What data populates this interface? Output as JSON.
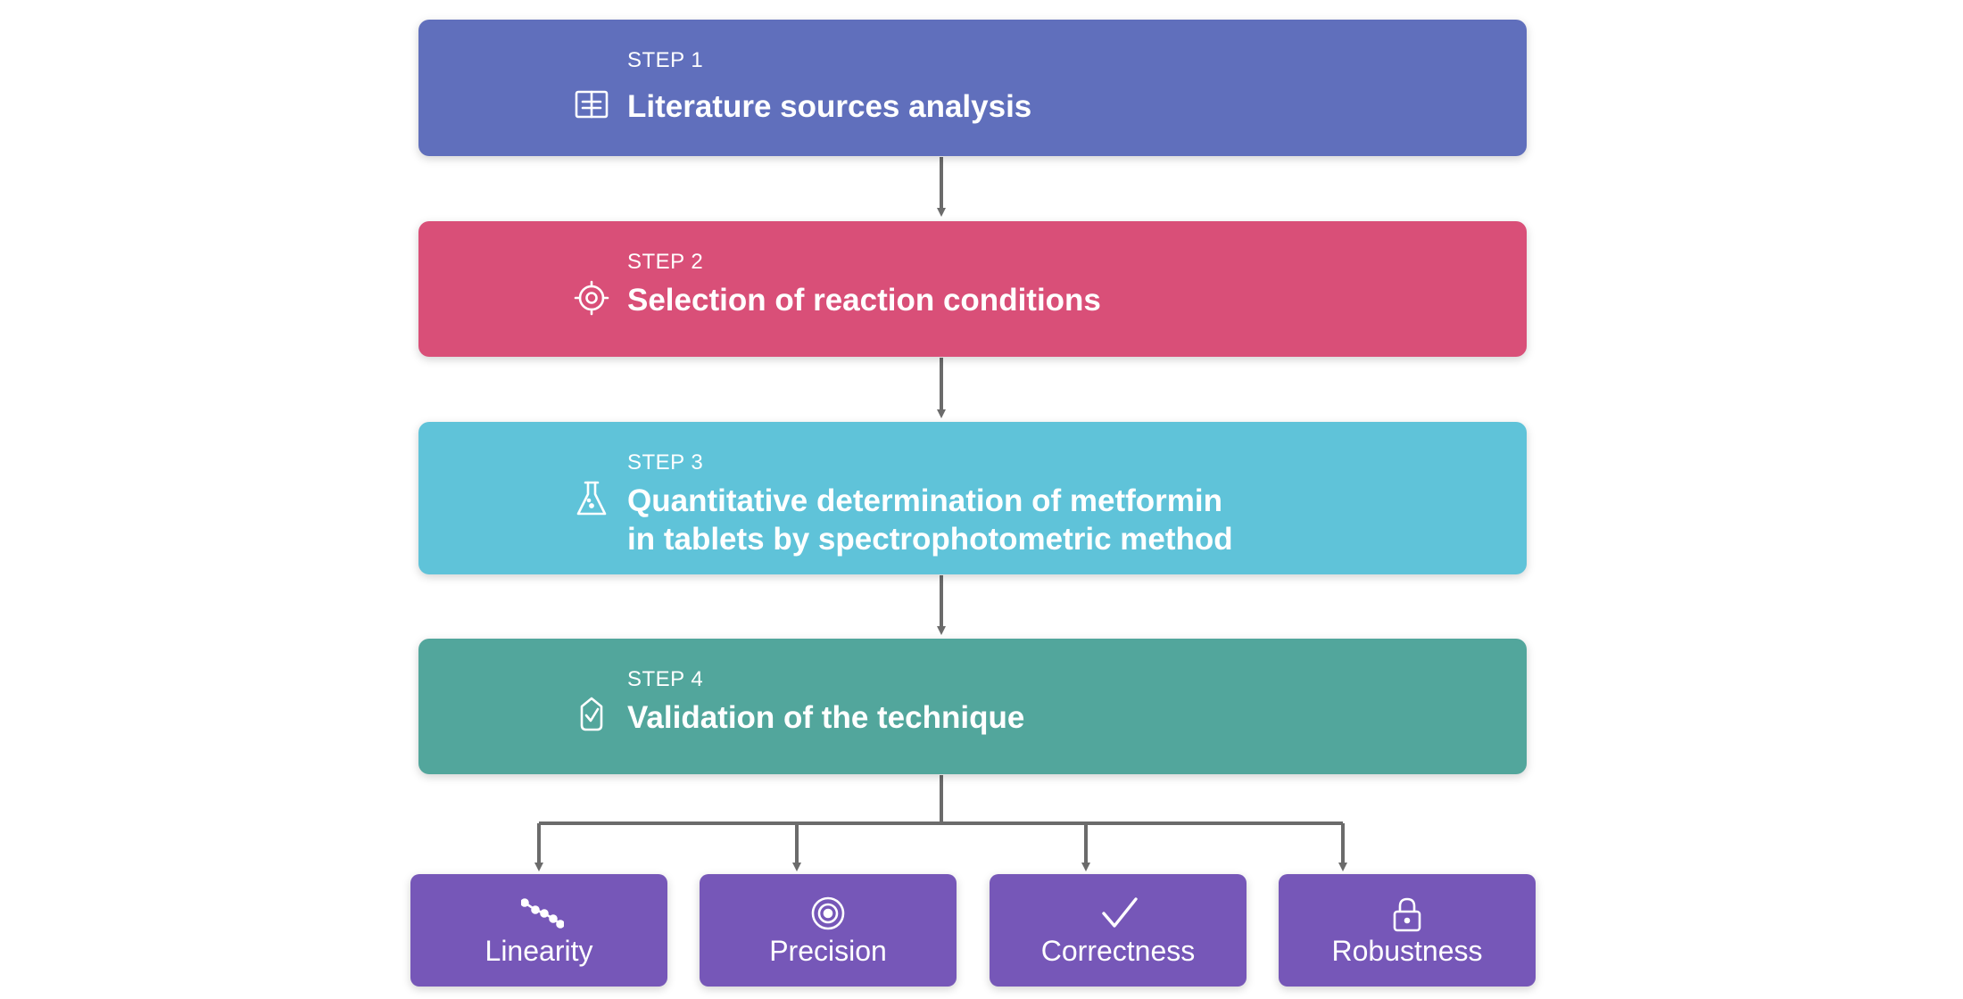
{
  "colors": {
    "step1": "#606fbc",
    "step2": "#d94f78",
    "step3": "#5fc3d9",
    "step4": "#52a69c",
    "leaf": "#7657b8",
    "connector": "#6b6b6b"
  },
  "steps": [
    {
      "label": "STEP 1",
      "title": "Literature sources analysis",
      "icon": "book-icon"
    },
    {
      "label": "STEP 2",
      "title": "Selection of reaction conditions",
      "icon": "target-cog-icon"
    },
    {
      "label": "STEP 3",
      "title_line1": "Quantitative determination of metformin",
      "title_line2": "in tablets by spectrophotometric method",
      "icon": "flask-icon"
    },
    {
      "label": "STEP 4",
      "title": "Validation of the technique",
      "icon": "badge-check-icon"
    }
  ],
  "leaves": [
    {
      "label": "Linearity",
      "icon": "linear-dots-icon"
    },
    {
      "label": "Precision",
      "icon": "target-icon"
    },
    {
      "label": "Correctness",
      "icon": "checkmark-icon"
    },
    {
      "label": "Robustness",
      "icon": "lock-icon"
    }
  ]
}
